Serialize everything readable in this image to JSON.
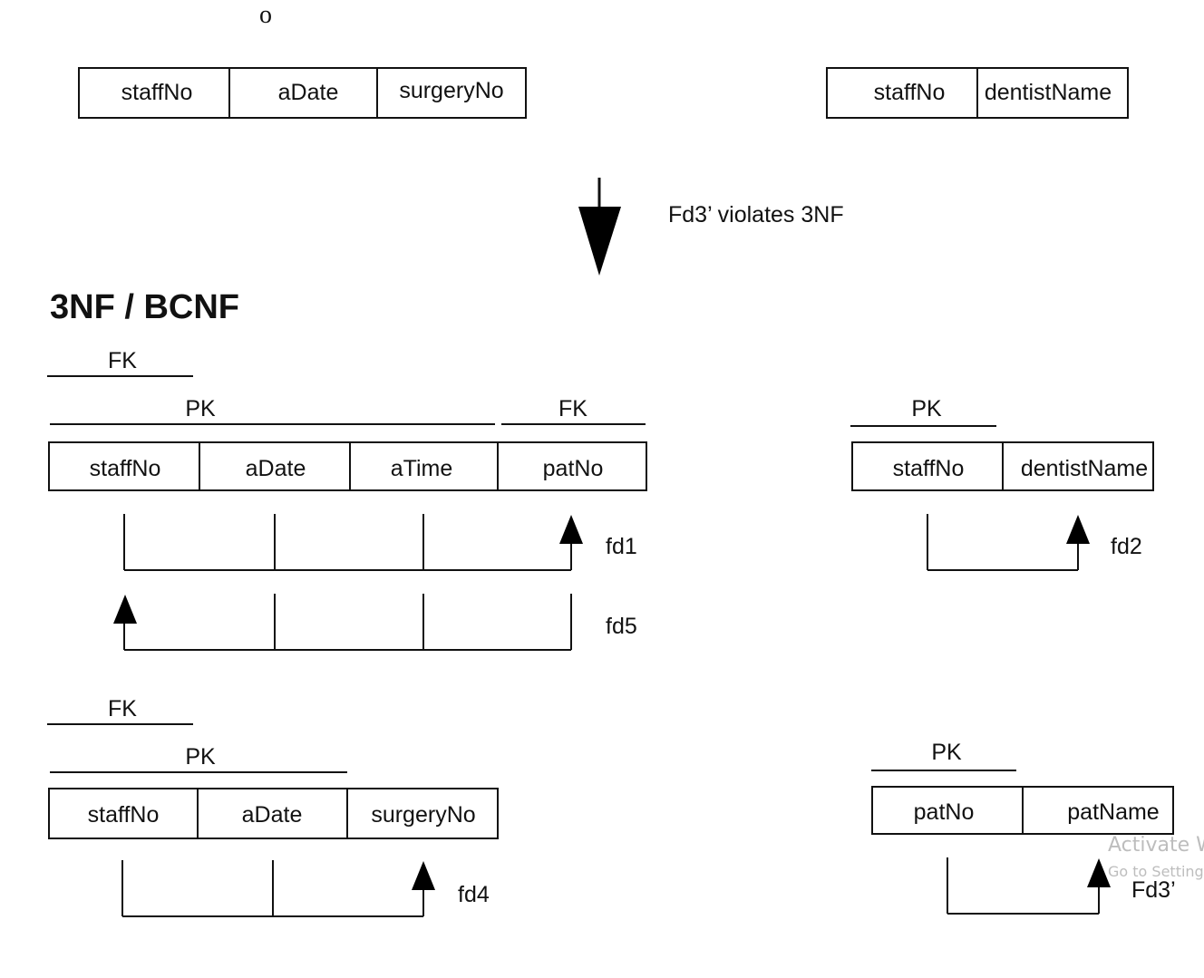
{
  "top_mark": "o",
  "transition_note": "Fd3’ violates 3NF",
  "section_heading": "3NF / BCNF",
  "top_tables": {
    "appointment_surgery": [
      "staffNo",
      "aDate",
      "surgeryNo"
    ],
    "dentist": [
      "staffNo",
      "dentistName"
    ]
  },
  "tables": {
    "appointment": {
      "fk_label_top": "FK",
      "pk_label": "PK",
      "fk_label_right": "FK",
      "columns": [
        "staffNo",
        "aDate",
        "aTime",
        "patNo"
      ],
      "fds": [
        "fd1",
        "fd5"
      ]
    },
    "dentist": {
      "pk_label": "PK",
      "columns": [
        "staffNo",
        "dentistName"
      ],
      "fds": [
        "fd2"
      ]
    },
    "staff_surgery": {
      "fk_label": "FK",
      "pk_label": "PK",
      "columns": [
        "staffNo",
        "aDate",
        "surgeryNo"
      ],
      "fds": [
        "fd4"
      ]
    },
    "patient": {
      "pk_label": "PK",
      "columns": [
        "patNo",
        "patName"
      ],
      "fds": [
        "Fd3’"
      ]
    }
  },
  "watermark": {
    "line1": "Activate W",
    "line2": "Go to Setting"
  }
}
